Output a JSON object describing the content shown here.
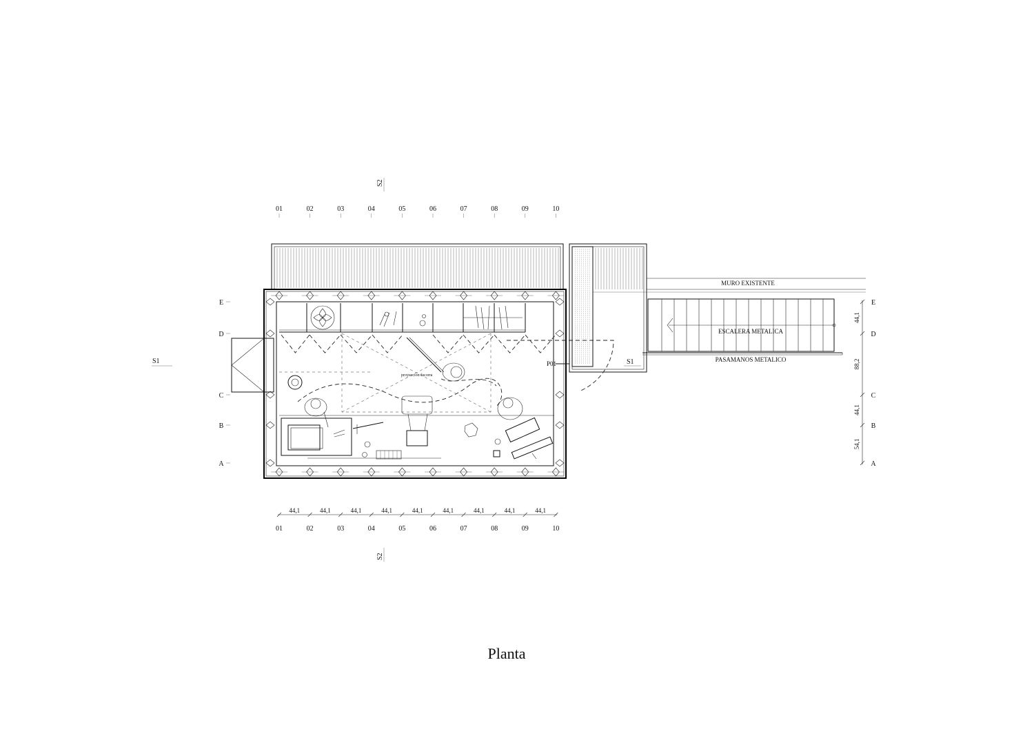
{
  "drawing": {
    "title": "Planta",
    "grid_columns": [
      "01",
      "02",
      "03",
      "04",
      "05",
      "06",
      "07",
      "08",
      "09",
      "10"
    ],
    "grid_rows": [
      "E",
      "D",
      "C",
      "B",
      "A"
    ],
    "column_spacings": [
      "44,1",
      "44,1",
      "44,1",
      "44,1",
      "44,1",
      "44,1",
      "44,1",
      "44,1",
      "44,1"
    ],
    "row_dimensions": [
      "44,1",
      "88,2",
      "44,1",
      "54,1"
    ],
    "section_marks": {
      "s1": "S1",
      "s2": "S2"
    },
    "labels": {
      "existing_wall": "MURO EXISTENTE",
      "metal_stair": "ESCALERA METALICA",
      "metal_handrail": "PASAMANOS METALICO",
      "door": "P01",
      "projection": "proyeccion fucorra"
    }
  }
}
